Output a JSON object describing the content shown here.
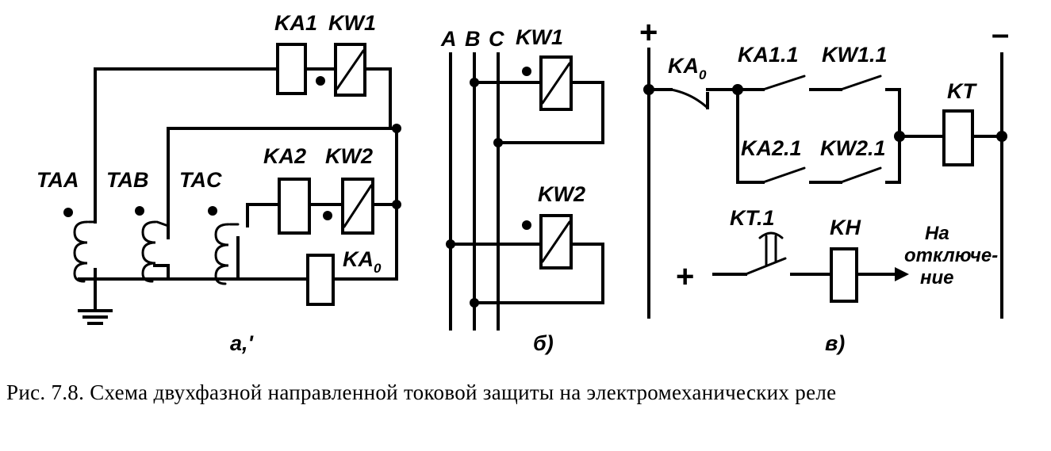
{
  "panel_a": {
    "labels": {
      "ka1": "KA1",
      "kw1": "KW1",
      "ka2": "KA2",
      "kw2": "KW2",
      "ka0_main": "KA",
      "ka0_sub": "0",
      "taa": "TAA",
      "tab": "TAB",
      "tac": "TAC"
    },
    "letter": "a,'"
  },
  "panel_b": {
    "labels": {
      "a": "A",
      "b": "B",
      "c": "C",
      "kw1": "KW1",
      "kw2": "KW2"
    },
    "letter": "б)"
  },
  "panel_c": {
    "labels": {
      "plus_top": "+",
      "minus_top": "–",
      "plus_bottom": "+",
      "ka0_main": "KA",
      "ka0_sub": "0",
      "ka11": "KA1.1",
      "kw11": "KW1.1",
      "ka21": "KA2.1",
      "kw21": "KW2.1",
      "kt": "KT",
      "kt1": "KT.1",
      "kh": "KH",
      "trip_line1": "На",
      "trip_line2": "отключе-",
      "trip_line3": "ние"
    },
    "letter": "в)"
  },
  "caption": "Рис. 7.8. Схема двухфазной направленной токовой защиты на электромеханических реле"
}
